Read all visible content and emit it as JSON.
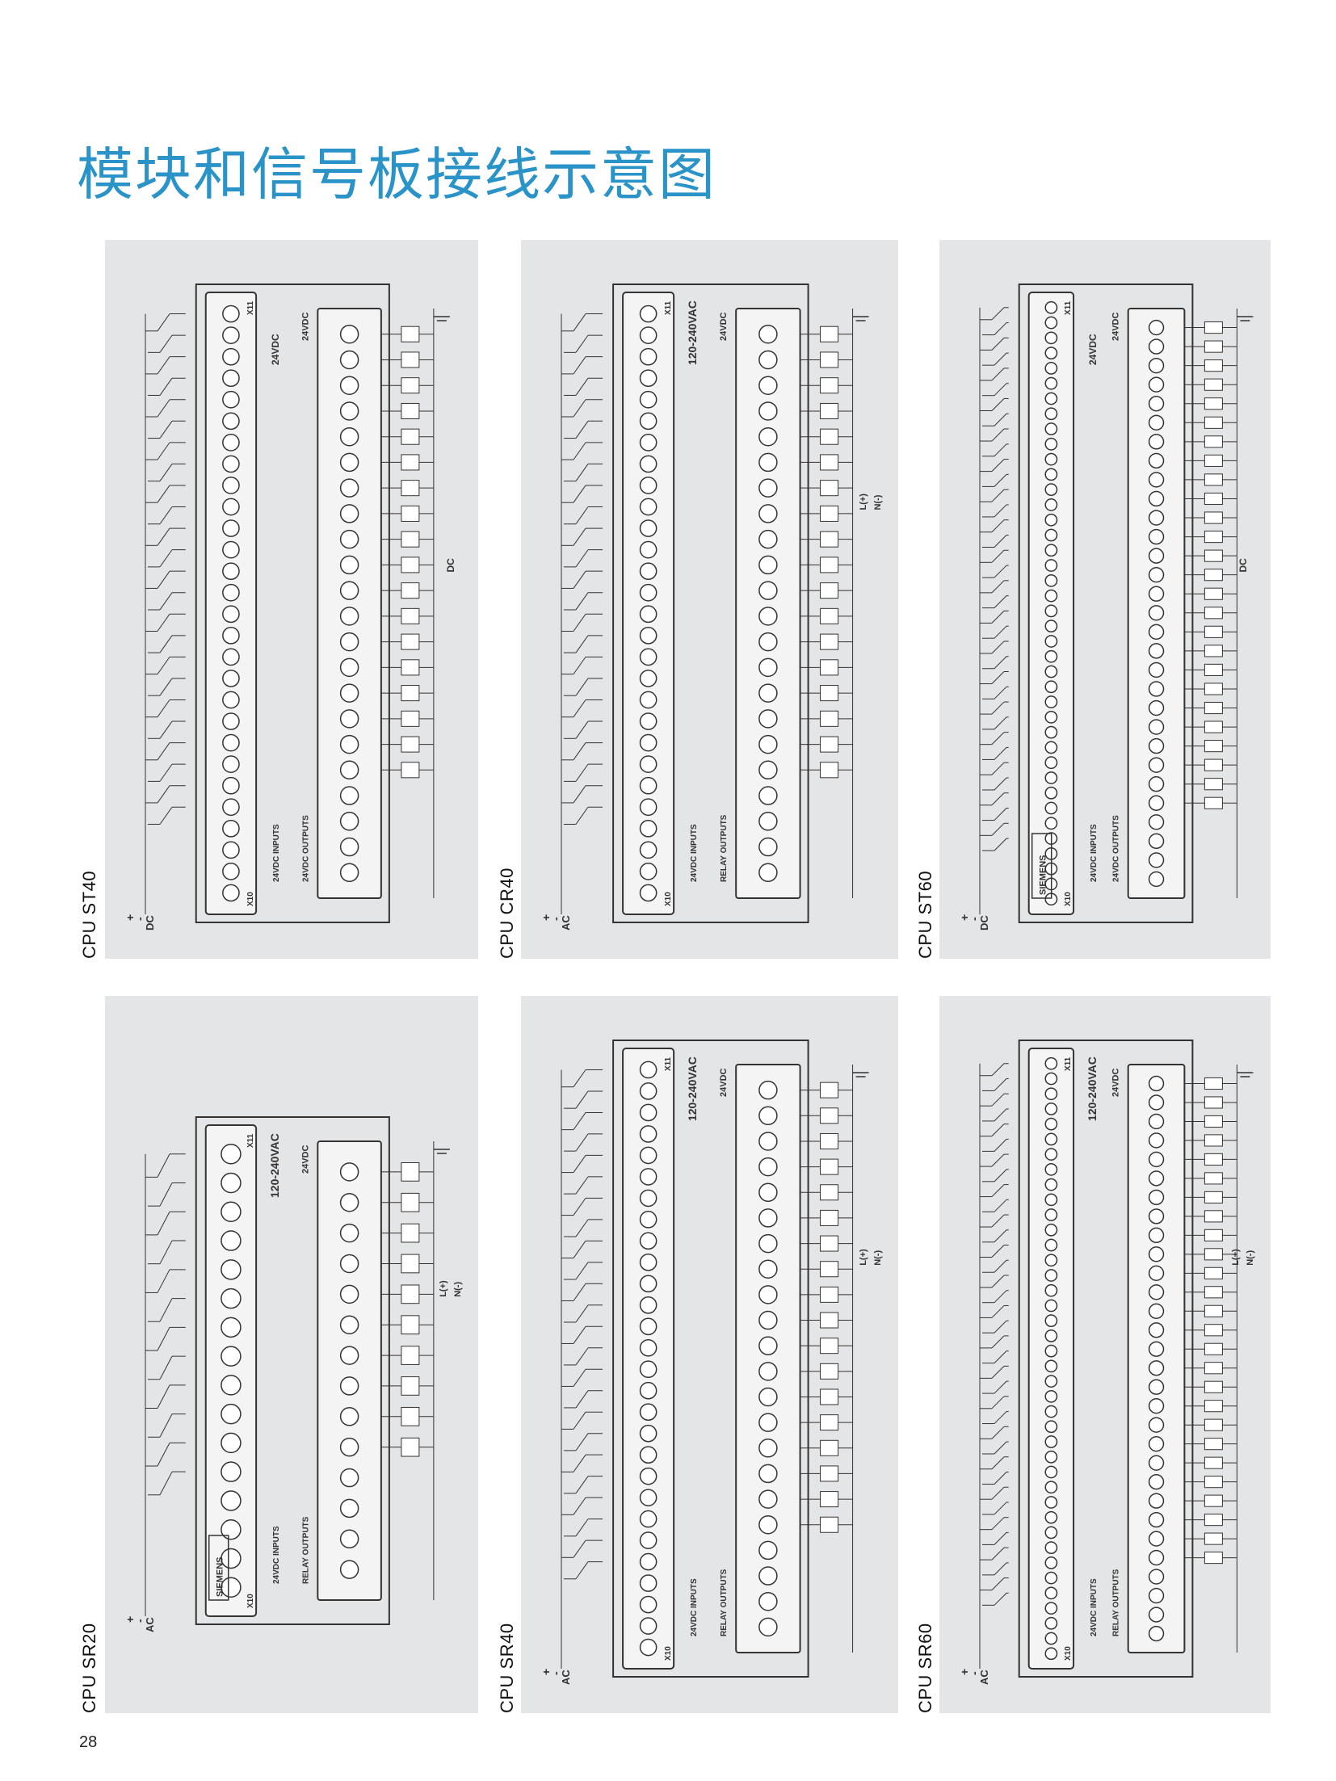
{
  "page_title": "模块和信号板接线示意图",
  "page_number": "28",
  "colors": {
    "title": "#2a93c8",
    "panel_bg": "#e4e5e6",
    "line": "#333333"
  },
  "brand": "SIEMENS",
  "panels": [
    {
      "model": "CPU ST40",
      "supply": "24VDC",
      "power_type": "DC",
      "outputs": "24VDC OUTPUTS",
      "inputs": "24VDC INPUTS"
    },
    {
      "model": "CPU CR40",
      "supply": "120-240VAC",
      "power_type": "AC",
      "outputs": "RELAY OUTPUTS",
      "inputs": "24VDC INPUTS"
    },
    {
      "model": "CPU ST60",
      "supply": "24VDC",
      "power_type": "DC",
      "outputs": "24VDC OUTPUTS",
      "inputs": "24VDC INPUTS"
    },
    {
      "model": "CPU SR20",
      "supply": "120-240VAC",
      "power_type": "AC",
      "outputs": "RELAY OUTPUTS",
      "inputs": "24VDC INPUTS"
    },
    {
      "model": "CPU SR40",
      "supply": "120-240VAC",
      "power_type": "AC",
      "outputs": "RELAY OUTPUTS",
      "inputs": "24VDC INPUTS"
    },
    {
      "model": "CPU SR60",
      "supply": "120-240VAC",
      "power_type": "AC",
      "outputs": "RELAY OUTPUTS",
      "inputs": "24VDC INPUTS"
    }
  ],
  "terminal_labels": {
    "x10": "X10",
    "x11": "X11",
    "dc": "DC",
    "ac": "AC",
    "plus": "+",
    "minus": "-",
    "l_plus": "L(+)",
    "n_minus": "N(-)",
    "sensor_supply": "24VDC"
  }
}
